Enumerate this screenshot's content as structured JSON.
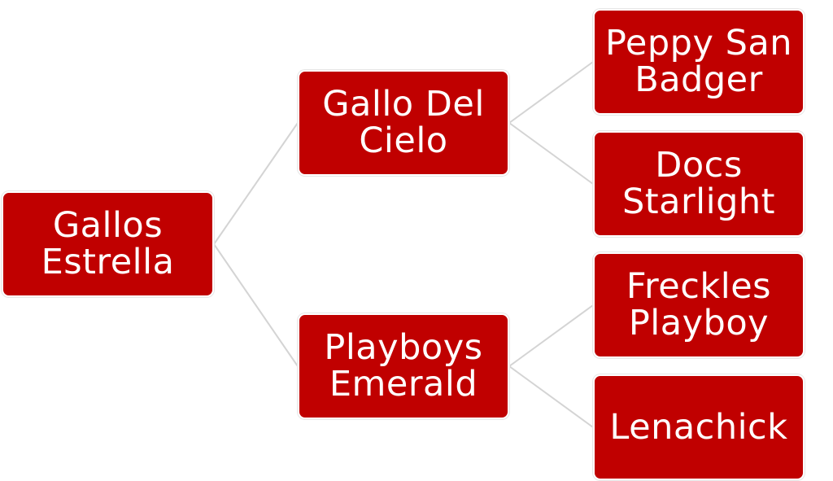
{
  "diagram": {
    "root": {
      "label": "Gallos\nEstrella"
    },
    "parents": [
      {
        "label": "Gallo Del\nCielo"
      },
      {
        "label": "Playboys\nEmerald"
      }
    ],
    "grandparents": [
      {
        "label": "Peppy San\nBadger"
      },
      {
        "label": "Docs\nStarlight"
      },
      {
        "label": "Freckles\nPlayboy"
      },
      {
        "label": "Lenachick"
      }
    ],
    "colors": {
      "node_fill": "#c00000",
      "node_text": "#ffffff",
      "connector": "#d4d4d4"
    }
  }
}
